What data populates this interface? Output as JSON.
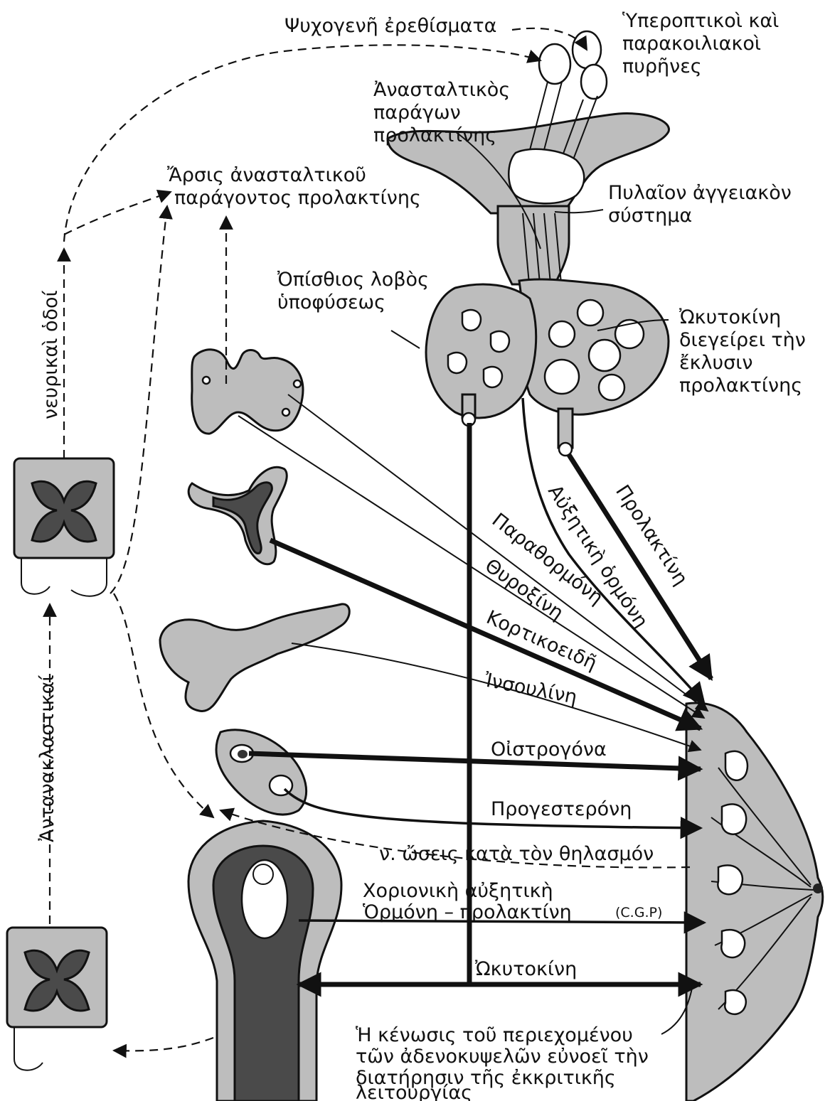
{
  "colors": {
    "ink": "#111111",
    "tissue_gray": "#bdbdbd",
    "tissue_dark": "#4a4a4a",
    "background": "#ffffff"
  },
  "labels": {
    "psychogenic": "Ψυχογενῆ ἐρεθίσματα",
    "nuclei_1": "Ὑπεροπτικοὶ καὶ",
    "nuclei_2": "παρακοιλιακοὶ",
    "nuclei_3": "πυρῆνες",
    "pif_1": "Ἀνασταλτικὸς",
    "pif_2": "παράγων",
    "pif_3": "προλακτίνης",
    "pif_removal_1": "Ἄρσις ἀνασταλτικοῦ",
    "pif_removal_2": "παράγοντος προλακτίνης",
    "portal_1": "Πυλαῖον ἀγγειακὸν",
    "portal_2": "σύστημα",
    "posterior_1": "Ὀπίσθιος λοβὸς",
    "posterior_2": "ὑποφύσεως",
    "oxytocin_release_1": "Ὠκυτοκίνη",
    "oxytocin_release_2": "διεγείρει τὴν",
    "oxytocin_release_3": "ἔκλυσιν",
    "oxytocin_release_4": "προλακτίνης",
    "neural_paths": "νευρικαὶ ὁδοί",
    "reflex": "Ἀντανακλαστικαί",
    "growth_hormone": "Αὐξητικὴ ὁρμόνη",
    "prolactin": "Προλακτίνη",
    "parathormone": "Παραθορμόνη",
    "thyroxine": "Θυροξίνη",
    "corticoids": "Κορτικοειδῆ",
    "insulin": "Ἰνσουλίνη",
    "estrogens": "Οἰστρογόνα",
    "progesterone": "Προγεστερόνη",
    "suckling": "ν. ὤσεις κατὰ τὸν θηλασμόν",
    "cgp_1": "Χοριονικὴ αὐξητικὴ",
    "cgp_2": "Ὁρμόνη – προλακτίνη",
    "cgp_abbr": "(C.G.P)",
    "oxytocin": "Ὠκυτοκίνη",
    "emptying_1": "Ἡ κένωσις τοῦ περιεχομένου",
    "emptying_2": "τῶν ἀδενοκυψελῶν εὐνοεῖ τὴν",
    "emptying_3": "διατήρησιν τῆς ἐκκριτικῆς",
    "emptying_4": "λειτουργίας"
  }
}
